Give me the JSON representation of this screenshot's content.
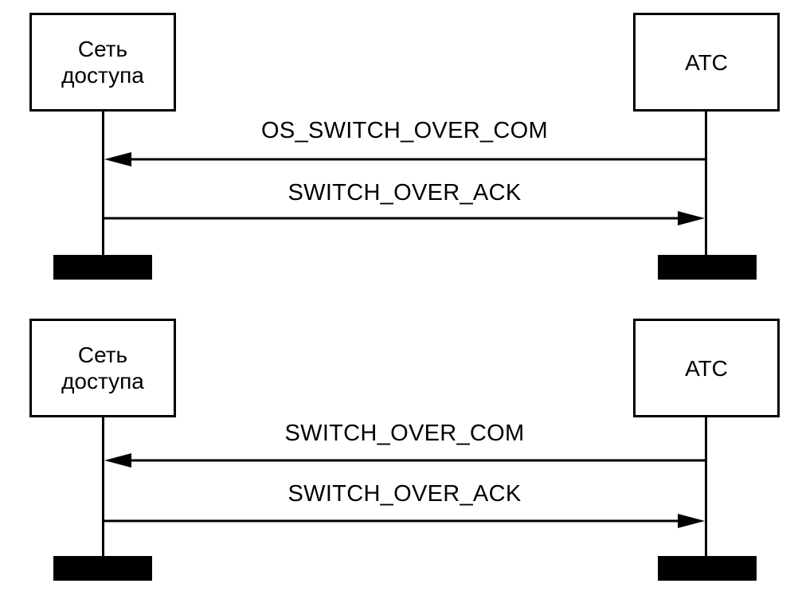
{
  "diagrams": [
    {
      "left_entity": "Сеть\nдоступа",
      "right_entity": "АТС",
      "messages": [
        {
          "label": "OS_SWITCH_OVER_COM",
          "direction": "right-to-left"
        },
        {
          "label": "SWITCH_OVER_ACK",
          "direction": "left-to-right"
        }
      ]
    },
    {
      "left_entity": "Сеть\nдоступа",
      "right_entity": "АТС",
      "messages": [
        {
          "label": "SWITCH_OVER_COM",
          "direction": "right-to-left"
        },
        {
          "label": "SWITCH_OVER_ACK",
          "direction": "left-to-right"
        }
      ]
    }
  ]
}
